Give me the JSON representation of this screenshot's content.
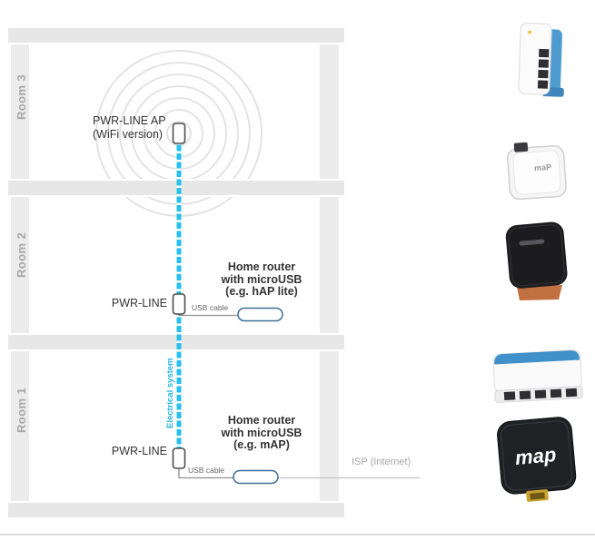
{
  "building": {
    "rooms": [
      {
        "label": "Room 3"
      },
      {
        "label": "Room 2"
      },
      {
        "label": "Room 1"
      }
    ]
  },
  "room3": {
    "ap_line1": "PWR-LINE AP",
    "ap_line2": "(WiFi version)"
  },
  "room2": {
    "device_label": "PWR-LINE",
    "router_lines": [
      "Home router",
      "with microUSB",
      "(e.g. hAP lite)"
    ],
    "usb_label": "USB cable"
  },
  "room1": {
    "device_label": "PWR-LINE",
    "router_lines": [
      "Home router",
      "with microUSB",
      "(e.g. mAP)"
    ],
    "usb_label": "USB cable",
    "isp_label": "ISP (Internet)"
  },
  "electrical_label": "Electrical system",
  "colors": {
    "accent_cyan": "#25c0ef",
    "beam_gray": "#e9e9e9",
    "text_dark": "#333333",
    "muted_gray": "#a6a6a6",
    "router_outline": "#3f6e96"
  },
  "products": [
    {
      "name": "wifi-tower-router"
    },
    {
      "name": "map-lite-white-router",
      "logo": "maP"
    },
    {
      "name": "hap-mini-black-router"
    },
    {
      "name": "ethernet-router-white"
    },
    {
      "name": "map-black-router",
      "logo": "map"
    }
  ]
}
